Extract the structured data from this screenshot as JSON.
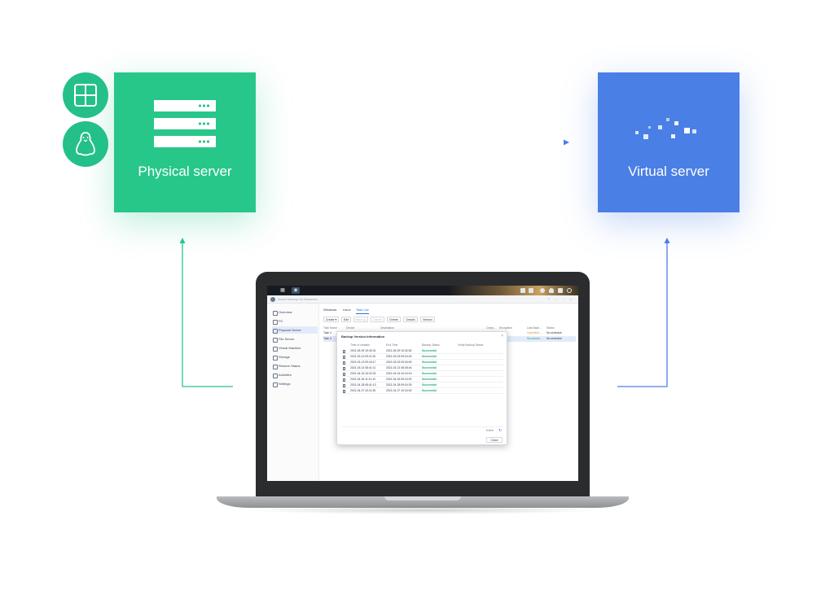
{
  "diagram": {
    "physical_server": {
      "label": "Physical server",
      "color": "#27c78a"
    },
    "virtual_server": {
      "label": "Virtual server",
      "color": "#4a7fe5"
    },
    "os_badges": [
      {
        "icon": "windows-icon"
      },
      {
        "icon": "linux-icon"
      }
    ],
    "arrow_color_green": "#27c78a",
    "arrow_color_blue": "#4a7fe5"
  },
  "desktop": {
    "topbar_icons": [
      "grid-icon",
      "app-icon",
      "file-icon",
      "doc-icon",
      "widget-icon",
      "user-icon",
      "box-icon",
      "search-icon"
    ]
  },
  "app": {
    "title": "Active Backup for Business",
    "window_controls": "? – ▫ ×",
    "sidebar": [
      {
        "label": "Overview",
        "icon": "overview-icon"
      },
      {
        "label": "PC",
        "icon": "pc-icon"
      },
      {
        "label": "Physical Server",
        "icon": "server-icon",
        "active": true
      },
      {
        "label": "File Server",
        "icon": "file-server-icon"
      },
      {
        "label": "Virtual Machine",
        "icon": "vm-icon"
      },
      {
        "label": "Storage",
        "icon": "storage-icon"
      },
      {
        "label": "Restore Status",
        "icon": "restore-icon"
      },
      {
        "label": "Activities",
        "icon": "activities-icon"
      },
      {
        "label": "Settings",
        "icon": "settings-icon"
      }
    ],
    "tabs": [
      {
        "label": "Windows"
      },
      {
        "label": "Linux"
      },
      {
        "label": "Task List",
        "active": true
      }
    ],
    "toolbar": [
      {
        "label": "Create ▾",
        "disabled": false
      },
      {
        "label": "Edit",
        "disabled": false
      },
      {
        "label": "Back up",
        "disabled": true
      },
      {
        "label": "Cancel",
        "disabled": true
      },
      {
        "label": "Delete",
        "disabled": false
      },
      {
        "label": "Details",
        "disabled": false
      },
      {
        "label": "Version",
        "disabled": false
      }
    ],
    "grid": {
      "headers": [
        "Task Name",
        "Device",
        "Destination",
        "Comp...",
        "Encryption",
        "Last Back...",
        "Status"
      ],
      "rows": [
        {
          "name": "Task 4",
          "last": "Cancelled ...",
          "last_status": "warn",
          "status": "No schedule"
        },
        {
          "name": "Task 3",
          "last": "Successfu...",
          "last_status": "ok",
          "status": "No schedule"
        }
      ]
    },
    "modal": {
      "title": "Backup Version Information",
      "close": "×",
      "headers": [
        "Time of creation",
        "End Time",
        "Backup Status",
        "Verify Backup Status"
      ],
      "rows": [
        {
          "start": "2021-05-09 10:30:31",
          "end": "2021-05-09 10:32:52",
          "status": "Successful"
        },
        {
          "start": "2021-03-13 09:11:32",
          "end": "2021-03-03 09:24:02",
          "status": "Successful"
        },
        {
          "start": "2021-03-13 09:16:17",
          "end": "2021-03-02 09:34:50",
          "status": "Successful"
        },
        {
          "start": "2021-03-21 08:41:11",
          "end": "2021-03-21 08:48:44",
          "status": "Successful"
        },
        {
          "start": "2021-04-15 10:02:32",
          "end": "2021-04-15 10:24:19",
          "status": "Successful"
        },
        {
          "start": "2021-04-26 11:11:10",
          "end": "2021-04-26 09:24:02",
          "status": "Successful"
        },
        {
          "start": "2021-04-28 08:41:13",
          "end": "2021-04-28 09:04:30",
          "status": "Successful"
        },
        {
          "start": "2021-04-27 10:11:30",
          "end": "2021-04-27 10:24:02",
          "status": "Successful"
        }
      ],
      "item_count": "8 item",
      "close_button": "Close"
    }
  }
}
